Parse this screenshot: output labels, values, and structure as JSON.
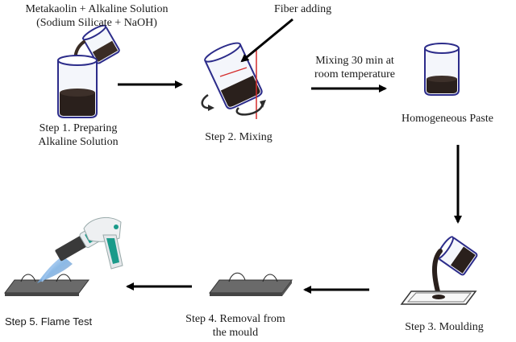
{
  "header": {
    "ingredients_line1": "Metakaolin + Alkaline Solution",
    "ingredients_line2": "(Sodium Silicate + NaOH)",
    "fiber_label": "Fiber adding"
  },
  "steps": {
    "step1_line1": "Step 1. Preparing",
    "step1_line2": "Alkaline Solution",
    "step2": "Step 2. Mixing",
    "mixing_line1": "Mixing 30 min at",
    "mixing_line2": "room temperature",
    "paste": "Homogeneous Paste",
    "step3": "Step 3. Moulding",
    "step4_line1": "Step 4. Removal from",
    "step4_line2": "the mould",
    "step5": "Step 5. Flame Test"
  },
  "colors": {
    "beaker_outline": "#2c2c8a",
    "paste": "#2a201c",
    "arrow": "#000000",
    "fiber_line": "#d42a2a",
    "mould_plate": "#5a5a5a",
    "torch_body": "#e9ecef",
    "torch_accent": "#1a9a8a",
    "flame": "#4b8fd6"
  }
}
